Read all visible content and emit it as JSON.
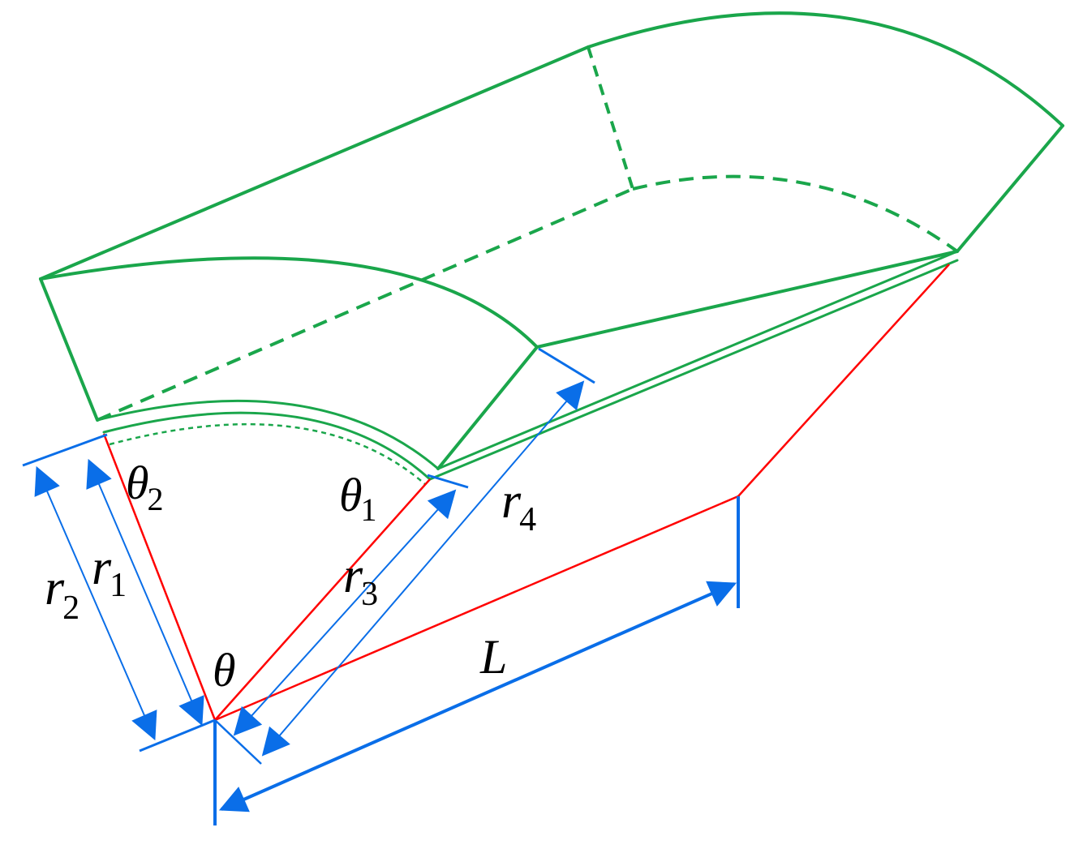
{
  "labels": {
    "theta": "θ",
    "theta1": "θ",
    "theta1_sub": "1",
    "theta2": "θ",
    "theta2_sub": "2",
    "r1": "r",
    "r1_sub": "1",
    "r2": "r",
    "r2_sub": "2",
    "r3": "r",
    "r3_sub": "3",
    "r4": "r",
    "r4_sub": "4",
    "L": "L"
  },
  "colors": {
    "shape": "#1aa64b",
    "construction": "#ff0000",
    "dimension": "#0a6ee8"
  }
}
